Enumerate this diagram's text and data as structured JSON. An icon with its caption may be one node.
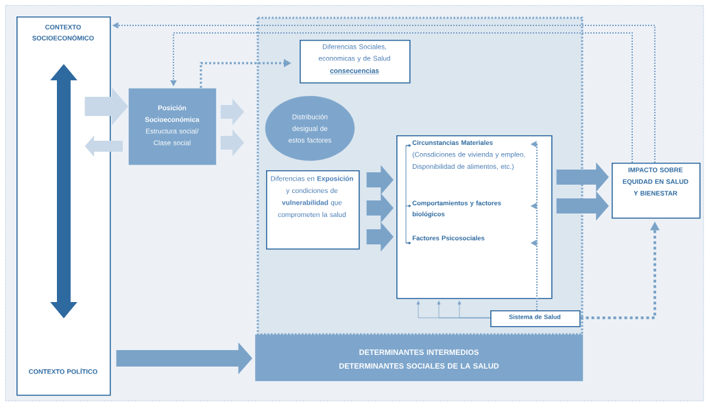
{
  "diagram": {
    "nodes": [
      {
        "text": [
          "CONTEXTO SOCIOECONÓMICO",
          "CONTEXTO POLÍTICO"
        ]
      },
      {
        "text": [
          "DETERMINANTES INTERMEDIOS",
          "DETERMINANTES SOCIALES DE LA SALUD"
        ]
      },
      {
        "text": [
          "Diferencias Sociales, economicas y de Salud",
          "consecuencias"
        ],
        "in": 1
      },
      {
        "text": [
          "Posición Socioeconómica",
          "Estructura social/ Clase social"
        ]
      },
      {
        "text": [
          "Distribución desigual de estos factores"
        ],
        "in": 1
      },
      {
        "text": [
          "Diferencias en **Exposición** y condiciones de **vulnerabilidad** que comprometen la salud"
        ],
        "in": 1
      },
      {
        "text": [
          "Circunstancias Materiales",
          "(Consdiciones de vivienda y empleo, Disponibilidad de alimentos, etc.)",
          "Comportamientos y factores biológicos",
          "Factores Psicosociales"
        ],
        "in": 1
      },
      {
        "text": [
          "IMPACTO SOBRE EQUIDAD EN SALUD Y BIENESTAR"
        ]
      },
      {
        "text": [
          "Sistema de Salud"
        ],
        "in": 1
      }
    ],
    "edges": [
      {
        "from": 0,
        "to": 3,
        "arrow": "to",
        "style": "thick",
        "color": "#c8d8e8"
      },
      {
        "from": 3,
        "to": 0,
        "arrow": "to",
        "style": "thick",
        "color": "#c8d8e8"
      },
      {
        "from": 3,
        "to": 1,
        "arrow": "to",
        "style": "thick",
        "color": "#c8d8e8"
      },
      {
        "from": 3,
        "to": 1,
        "arrow": "to",
        "style": "thick",
        "color": "#c8d8e8"
      },
      {
        "from": 5,
        "to": 6,
        "arrow": "to",
        "style": "thick"
      },
      {
        "from": 5,
        "to": 6,
        "arrow": "to",
        "style": "thick"
      },
      {
        "from": 5,
        "to": 6,
        "arrow": "to",
        "style": "thick"
      },
      {
        "from": 6,
        "to": 7,
        "arrow": "to",
        "style": "thick"
      },
      {
        "from": 6,
        "to": 7,
        "arrow": "to",
        "style": "thick"
      },
      {
        "from": 0,
        "to": 1,
        "arrow": "to",
        "style": "thick"
      },
      {
        "from": 7,
        "to": 0,
        "arrow": "to",
        "style": "dashed"
      },
      {
        "from": 7,
        "to": 3,
        "arrow": "to",
        "style": "dashed"
      },
      {
        "from": 3,
        "to": 2,
        "arrow": "to",
        "style": "dashed"
      },
      {
        "from": 8,
        "to": 7,
        "arrow": "to",
        "style": "dashed"
      },
      {
        "from": 8,
        "to": 6,
        "arrow": "to"
      },
      {
        "from": 8,
        "to": 6,
        "arrow": "to"
      },
      {
        "from": 8,
        "to": 6,
        "arrow": "to"
      },
      {
        "from": 8,
        "to": 6,
        "arrow": "to",
        "style": "dashed"
      },
      {
        "from": 8,
        "to": 6,
        "arrow": "to",
        "style": "dashed"
      },
      {
        "from": 8,
        "to": 6,
        "arrow": "to",
        "style": "dashed"
      }
    ]
  }
}
